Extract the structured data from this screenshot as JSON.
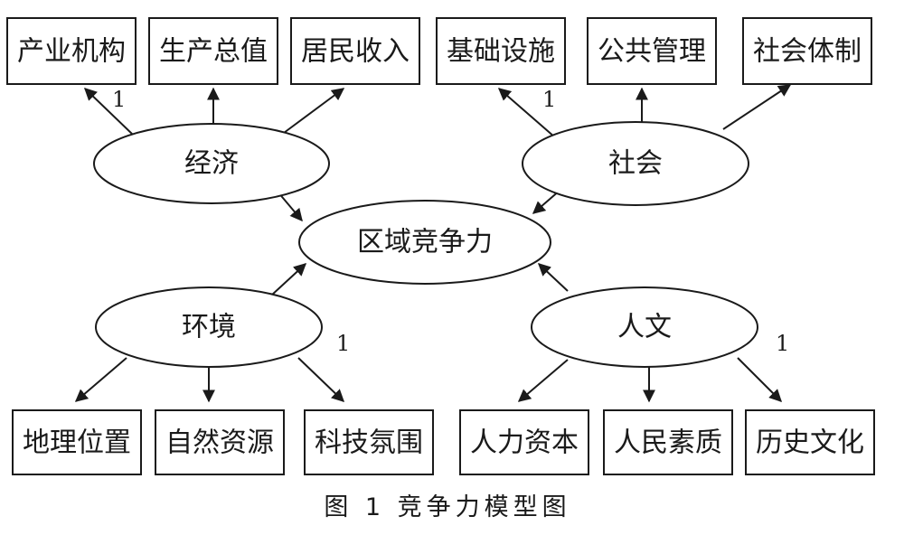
{
  "caption": "图 1 竞争力模型图",
  "center": "区域竞争力",
  "nodes": {
    "economy": "经济",
    "society": "社会",
    "environment": "环境",
    "humanities": "人文"
  },
  "boxes": {
    "top": [
      "产业机构",
      "生产总值",
      "居民收入",
      "基础设施",
      "公共管理",
      "社会体制"
    ],
    "bottom": [
      "地理位置",
      "自然资源",
      "科技氛围",
      "人力资本",
      "人民素质",
      "历史文化"
    ]
  },
  "weights": {
    "economy": "1",
    "society": "1",
    "environment": "1",
    "humanities": "1"
  }
}
